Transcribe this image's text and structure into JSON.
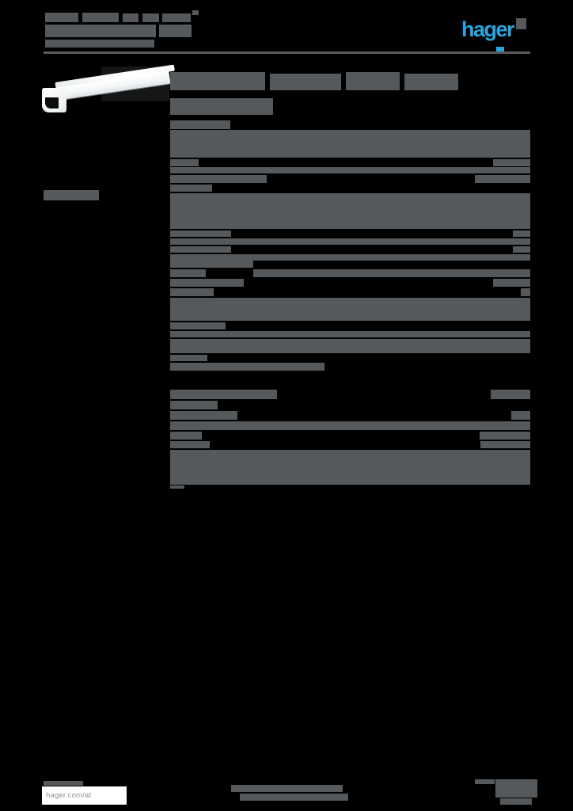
{
  "meta": {
    "colors": {
      "background": "#000000",
      "greeked_text": "#56595c",
      "brand_blue": "#2ba4dd",
      "white": "#ffffff",
      "footer_text_grey": "#8f9193"
    },
    "note": "PDF datasheet page; all body text rendered as greeked grey bars (illegible)"
  },
  "header": {
    "logo_text": "hager"
  },
  "footer": {
    "website": "hager.com/at"
  },
  "greek_bars": {
    "address": [
      [
        57,
        16,
        42,
        12
      ],
      [
        104,
        16,
        46,
        12
      ],
      [
        155,
        17,
        20,
        11
      ],
      [
        180,
        17,
        21,
        11
      ],
      [
        205,
        17,
        36,
        11
      ],
      [
        243,
        13,
        8,
        6
      ],
      [
        57,
        31,
        140,
        16
      ],
      [
        201,
        31,
        41,
        16
      ],
      [
        57,
        50,
        138,
        10
      ]
    ],
    "divider": [
      [
        55,
        65,
        615,
        3
      ]
    ],
    "accent": [
      [
        627,
        59,
        10,
        6
      ]
    ],
    "title": [
      [
        215,
        91,
        120,
        23
      ],
      [
        341,
        93,
        90,
        21
      ],
      [
        437,
        91,
        68,
        23
      ],
      [
        511,
        93,
        68,
        21
      ],
      [
        215,
        124,
        130,
        21
      ],
      [
        215,
        152,
        76,
        11
      ]
    ],
    "sidebar": [
      [
        55,
        240,
        70,
        13
      ]
    ],
    "table": [
      [
        215,
        164,
        455,
        35
      ],
      [
        215,
        201,
        36,
        9
      ],
      [
        623,
        201,
        47,
        9
      ],
      [
        215,
        211,
        455,
        8
      ],
      [
        215,
        221,
        122,
        10
      ],
      [
        600,
        221,
        70,
        10
      ],
      [
        215,
        233,
        53,
        9
      ],
      [
        215,
        244,
        455,
        45
      ],
      [
        215,
        291,
        77,
        8
      ],
      [
        648,
        291,
        22,
        8
      ],
      [
        215,
        301,
        455,
        8
      ],
      [
        215,
        311,
        77,
        8
      ],
      [
        648,
        311,
        22,
        8
      ],
      [
        215,
        321,
        455,
        8
      ],
      [
        215,
        329,
        105,
        9
      ],
      [
        215,
        340,
        45,
        10
      ],
      [
        320,
        340,
        350,
        10
      ],
      [
        215,
        352,
        93,
        10
      ],
      [
        623,
        352,
        47,
        10
      ],
      [
        215,
        364,
        55,
        10
      ],
      [
        658,
        364,
        12,
        10
      ],
      [
        215,
        376,
        455,
        29
      ],
      [
        215,
        407,
        70,
        9
      ],
      [
        215,
        418,
        455,
        8
      ],
      [
        215,
        428,
        455,
        18
      ],
      [
        215,
        448,
        47,
        8
      ],
      [
        215,
        458,
        195,
        10
      ],
      [
        215,
        492,
        135,
        12
      ],
      [
        620,
        492,
        50,
        12
      ],
      [
        215,
        506,
        60,
        11
      ],
      [
        215,
        519,
        85,
        11
      ],
      [
        646,
        519,
        24,
        11
      ],
      [
        215,
        532,
        455,
        11
      ],
      [
        215,
        545,
        40,
        10
      ],
      [
        606,
        545,
        64,
        10
      ],
      [
        215,
        557,
        50,
        9
      ],
      [
        607,
        557,
        63,
        9
      ],
      [
        215,
        568,
        455,
        44
      ],
      [
        215,
        613,
        18,
        4
      ]
    ],
    "footer_bars": [
      [
        55,
        986,
        50,
        6
      ],
      [
        292,
        991,
        141,
        9
      ],
      [
        303,
        1002,
        137,
        9
      ],
      [
        600,
        984,
        25,
        6
      ],
      [
        626,
        984,
        53,
        23
      ],
      [
        632,
        1008,
        40,
        8
      ]
    ]
  }
}
